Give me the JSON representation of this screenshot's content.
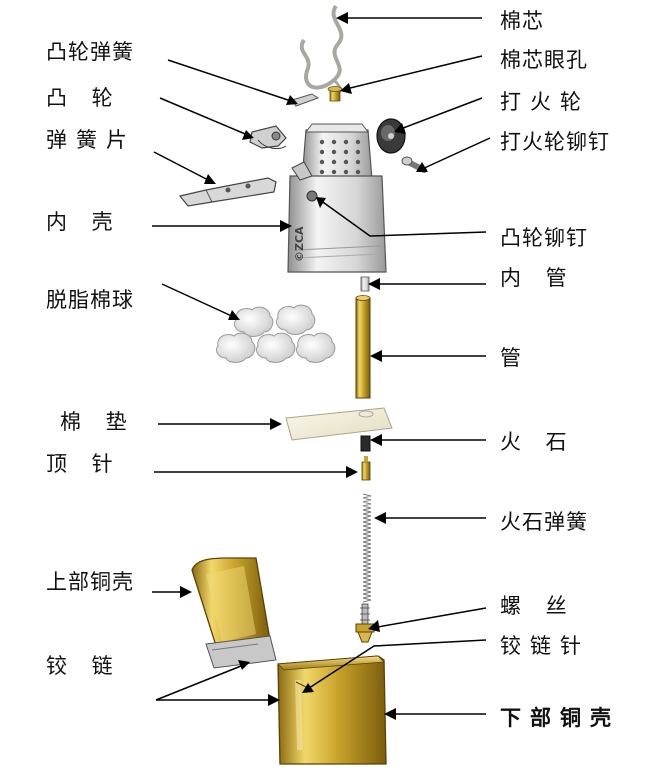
{
  "labels": {
    "wick": "棉芯",
    "wick_eyelet": "棉芯眼孔",
    "flint_wheel": "打火轮",
    "flint_wheel_rivet": "打火轮铆钉",
    "cam_spring": "凸轮弹簧",
    "cam": "凸 轮",
    "spring_leaf": "弹簧片",
    "inner_case": "内  壳",
    "cam_rivet": "凸轮铆钉",
    "inner_tube": "内  管",
    "cotton_balls": "脱脂棉球",
    "tube": "管",
    "felt_pad": "棉  垫",
    "flint": "火  石",
    "push_pin": "顶  针",
    "flint_spring": "火石弹簧",
    "upper_case": "上部铜壳",
    "screw": "螺  丝",
    "hinge_pin": "铰链针",
    "hinge": "铰  链",
    "lower_case": "下部铜壳"
  },
  "case_marking": "©ZCA"
}
